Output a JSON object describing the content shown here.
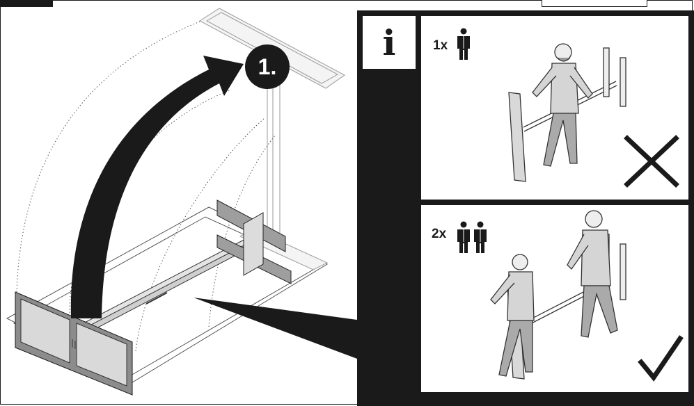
{
  "step": {
    "number": "1."
  },
  "info": {
    "letter": "i"
  },
  "panels": [
    {
      "count_label": "1x",
      "verdict": "incorrect",
      "verdict_icon": "cross-icon",
      "people_icon": "person-icon"
    },
    {
      "count_label": "2x",
      "verdict": "correct",
      "verdict_icon": "check-icon",
      "people_icon": "person-icon"
    }
  ],
  "colors": {
    "ink": "#1a1a1a",
    "line": "#555555",
    "background": "#ffffff"
  }
}
